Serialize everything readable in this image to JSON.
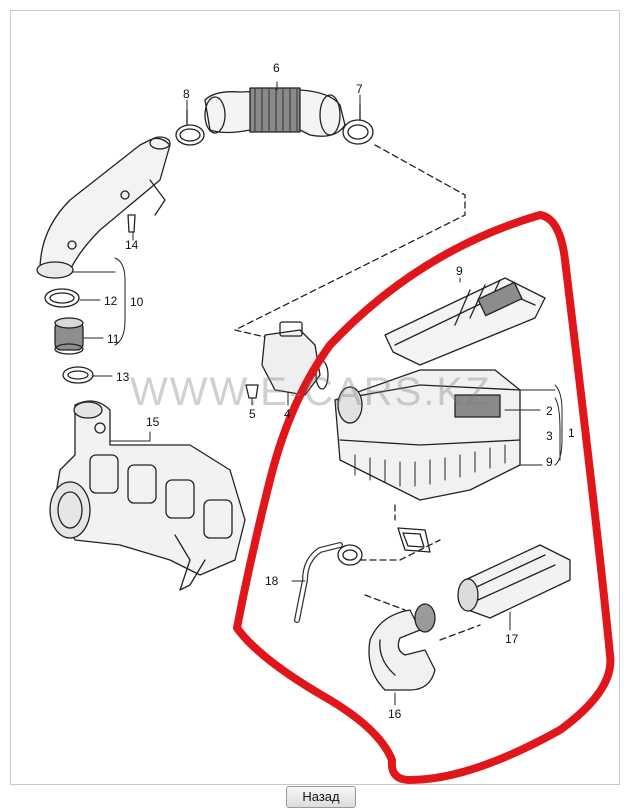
{
  "watermark": "WWW.E-CARS.KZ",
  "back_button_label": "Назад",
  "highlight_color": "#e0161b",
  "callouts": {
    "c1": "1",
    "c2": "2",
    "c3": "3",
    "c4": "4",
    "c5": "5",
    "c6": "6",
    "c7": "7",
    "c8": "8",
    "c9a": "9",
    "c9b": "9",
    "c10": "10",
    "c11": "11",
    "c12": "12",
    "c13": "13",
    "c14": "14",
    "c15": "15",
    "c16": "16",
    "c17": "17",
    "c18": "18"
  }
}
